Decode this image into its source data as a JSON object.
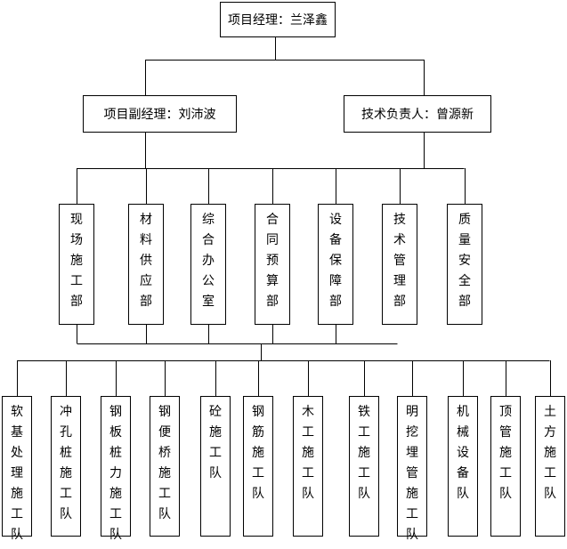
{
  "root": {
    "label": "项目经理：兰泽鑫"
  },
  "deputies": [
    {
      "label": "项目副经理：刘沛波"
    },
    {
      "label": "技术负责人：曾源新"
    }
  ],
  "departments": [
    {
      "label": "现场施工部"
    },
    {
      "label": "材料供应部"
    },
    {
      "label": "综合办公室"
    },
    {
      "label": "合同预算部"
    },
    {
      "label": "设备保障部"
    },
    {
      "label": "技术管理部"
    },
    {
      "label": "质量安全部"
    }
  ],
  "teams": [
    {
      "label": "软基处理施工队"
    },
    {
      "label": "冲孔桩施工队"
    },
    {
      "label": "钢板桩力施工队"
    },
    {
      "label": "钢便桥施工队"
    },
    {
      "label": "砼施工队"
    },
    {
      "label": "钢筋施工队"
    },
    {
      "label": "木工施工队"
    },
    {
      "label": "铁工施工队"
    },
    {
      "label": "明挖埋管施工队"
    },
    {
      "label": "机械设备队"
    },
    {
      "label": "顶管施工队"
    },
    {
      "label": "土方施工队"
    }
  ]
}
